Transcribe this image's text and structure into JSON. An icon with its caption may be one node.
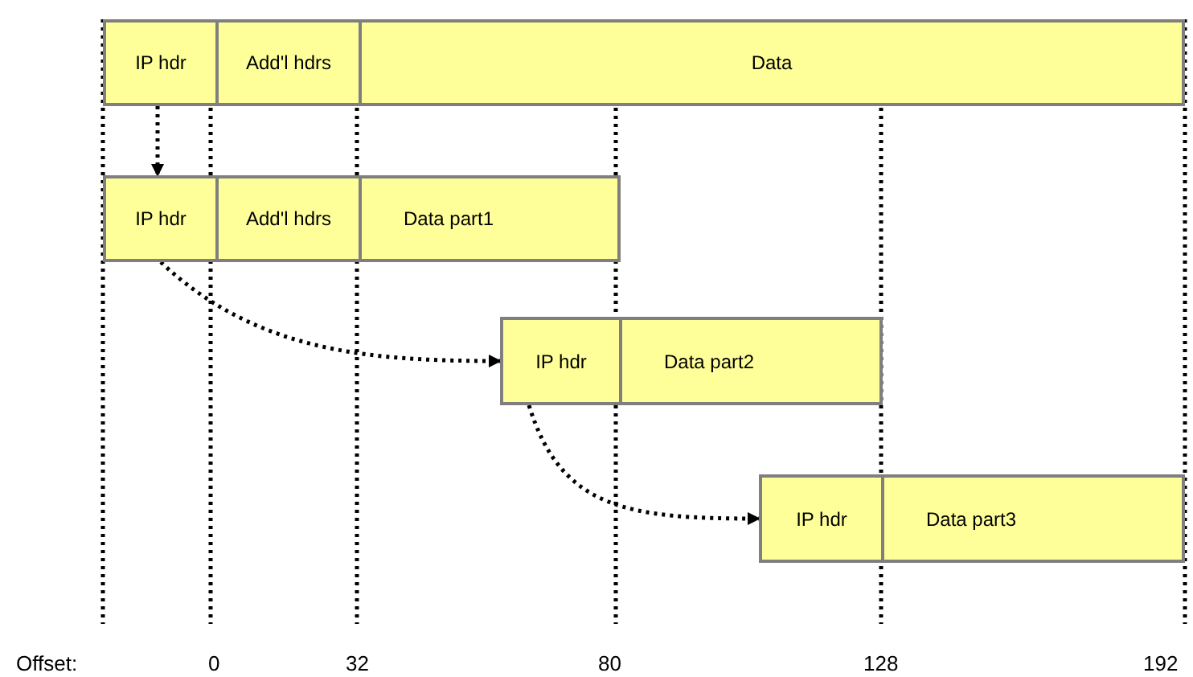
{
  "diagram": {
    "nodes": [
      {
        "text": [
          "IP hdr"
        ]
      },
      {
        "text": [
          "Add'l hdrs"
        ]
      },
      {
        "text": [
          "Data"
        ]
      },
      {
        "text": [
          "IP hdr"
        ]
      },
      {
        "text": [
          "Add'l hdrs"
        ]
      },
      {
        "text": [
          "Data part1"
        ]
      },
      {
        "text": [
          "IP hdr"
        ]
      },
      {
        "text": [
          "Data part2"
        ]
      },
      {
        "text": [
          "IP hdr"
        ]
      },
      {
        "text": [
          "Data part3"
        ]
      }
    ],
    "edges": [
      {
        "from": 0,
        "to": 3,
        "arrow": "to",
        "style": "dashed"
      },
      {
        "from": 3,
        "to": 6,
        "arrow": "to",
        "style": "dashed"
      },
      {
        "from": 6,
        "to": 8,
        "arrow": "to",
        "style": "dashed"
      }
    ],
    "labels": [
      "Offset:",
      "0",
      "32",
      "80",
      "128",
      "192"
    ]
  }
}
